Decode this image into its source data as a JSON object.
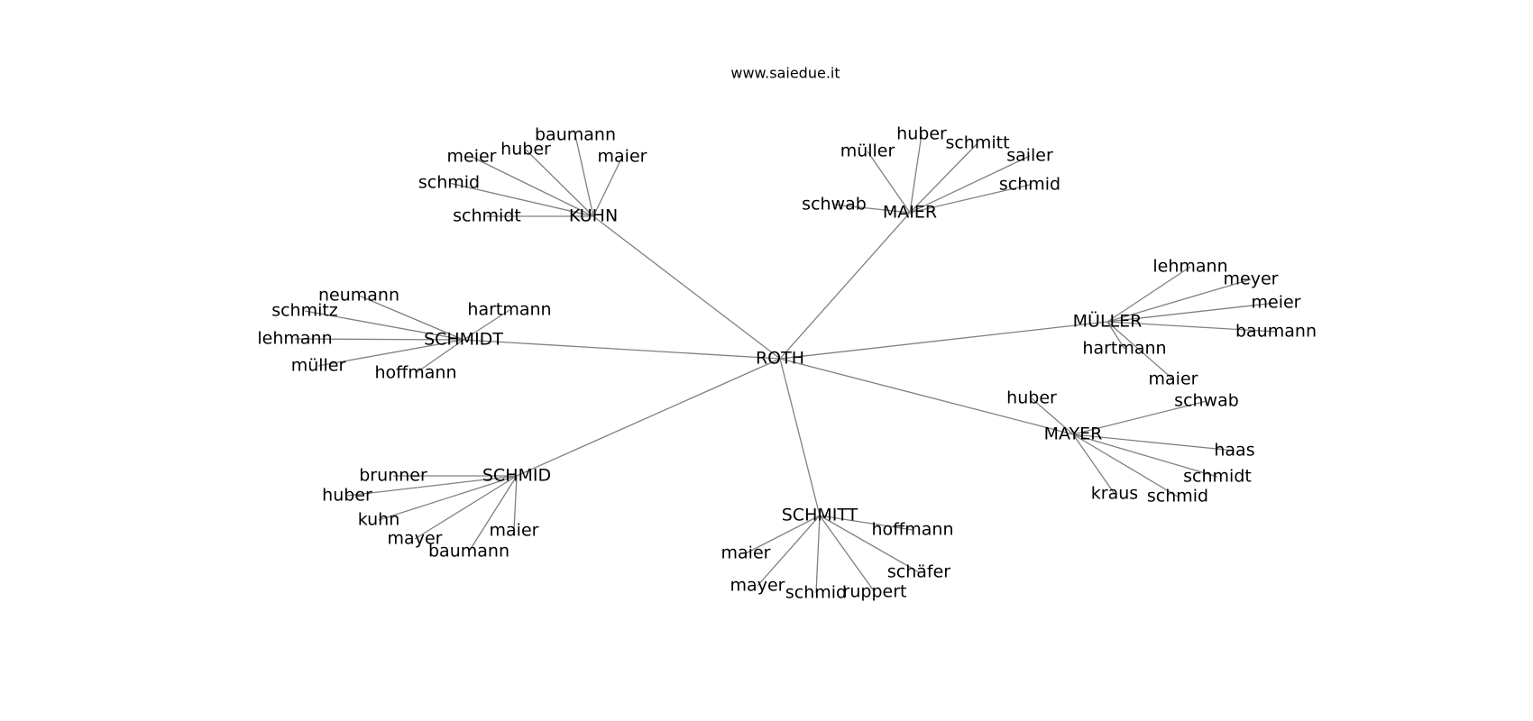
{
  "title": "www.saiedue.it",
  "center": "ROTH",
  "groups": [
    {
      "name": "KUHN",
      "members": [
        "baumann",
        "huber",
        "meier",
        "maier",
        "schmid",
        "schmidt"
      ]
    },
    {
      "name": "MAIER",
      "members": [
        "huber",
        "müller",
        "schmitt",
        "sailer",
        "schmid",
        "schwab"
      ]
    },
    {
      "name": "SCHMIDT",
      "members": [
        "neumann",
        "schmitz",
        "hartmann",
        "lehmann",
        "müller",
        "hoffmann"
      ]
    },
    {
      "name": "MÜLLER",
      "members": [
        "lehmann",
        "meyer",
        "meier",
        "baumann",
        "hartmann",
        "maier"
      ]
    },
    {
      "name": "MAYER",
      "members": [
        "huber",
        "schwab",
        "haas",
        "schmidt",
        "schmid",
        "kraus"
      ]
    },
    {
      "name": "SCHMID",
      "members": [
        "brunner",
        "huber",
        "kuhn",
        "maier",
        "mayer",
        "baumann"
      ]
    },
    {
      "name": "SCHMITT",
      "members": [
        "hoffmann",
        "maier",
        "schäfer",
        "mayer",
        "schmid",
        "ruppert"
      ]
    }
  ]
}
